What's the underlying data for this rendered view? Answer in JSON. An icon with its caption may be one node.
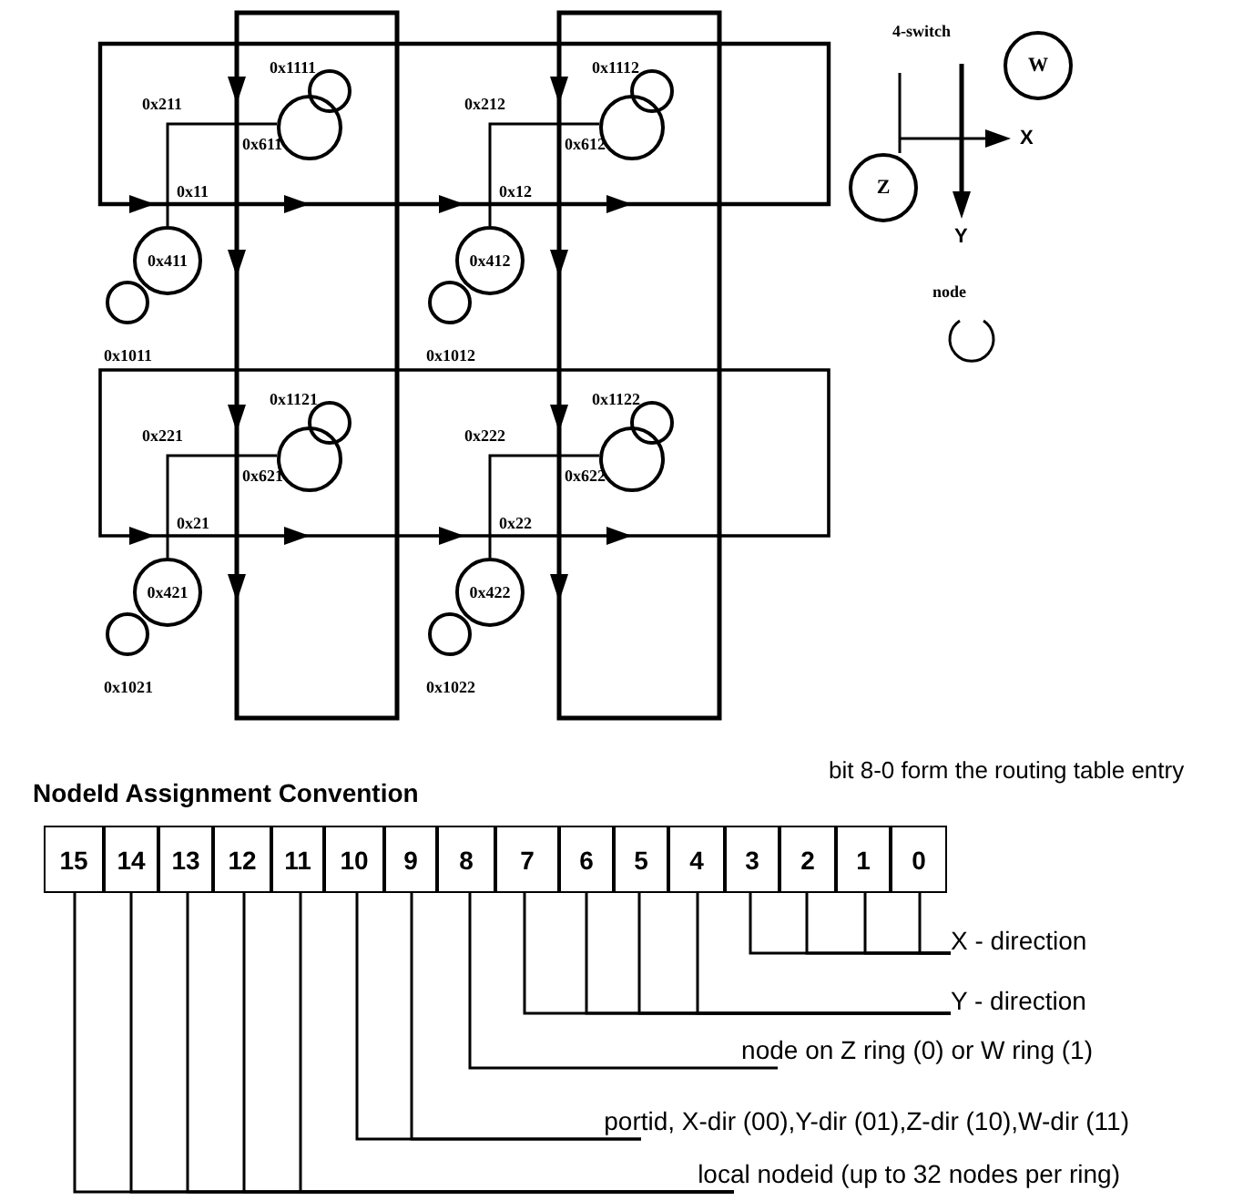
{
  "diagram": {
    "nodes": [
      {
        "text": [],
        "shape": "circle",
        "beside": [
          "0x1111"
        ]
      },
      {
        "text": [],
        "shape": "circle",
        "beside": [
          "0x611"
        ]
      },
      {
        "text": [
          "0x411"
        ]
      },
      {
        "text": [],
        "shape": "circle",
        "beside": [
          "0x1011"
        ]
      },
      {
        "text": [],
        "shape": "circle",
        "beside": [
          "0x1112"
        ]
      },
      {
        "text": [],
        "shape": "circle",
        "beside": [
          "0x612"
        ]
      },
      {
        "text": [
          "0x412"
        ]
      },
      {
        "text": [],
        "shape": "circle",
        "beside": [
          "0x1012"
        ]
      },
      {
        "text": [],
        "shape": "circle",
        "beside": [
          "0x1121"
        ]
      },
      {
        "text": [],
        "shape": "circle",
        "beside": [
          "0x621"
        ]
      },
      {
        "text": [
          "0x421"
        ]
      },
      {
        "text": [],
        "shape": "circle",
        "beside": [
          "0x1021"
        ]
      },
      {
        "text": [],
        "shape": "circle",
        "beside": [
          "0x1122"
        ]
      },
      {
        "text": [],
        "shape": "circle",
        "beside": [
          "0x622"
        ]
      },
      {
        "text": [
          "0x422"
        ]
      },
      {
        "text": [],
        "shape": "circle",
        "beside": [
          "0x1022"
        ]
      },
      {
        "text": [
          "W"
        ]
      },
      {
        "text": [
          "Z"
        ]
      },
      {
        "text": [
          "15"
        ]
      },
      {
        "text": [
          "14"
        ]
      },
      {
        "text": [
          "13"
        ]
      },
      {
        "text": [
          "12"
        ]
      },
      {
        "text": [
          "11"
        ]
      },
      {
        "text": [
          "10"
        ]
      },
      {
        "text": [
          "9"
        ]
      },
      {
        "text": [
          "8"
        ]
      },
      {
        "text": [
          "7"
        ]
      },
      {
        "text": [
          "6"
        ]
      },
      {
        "text": [
          "5"
        ]
      },
      {
        "text": [
          "4"
        ]
      },
      {
        "text": [
          "3"
        ]
      },
      {
        "text": [
          "2"
        ]
      },
      {
        "text": [
          "1"
        ]
      },
      {
        "text": [
          "0"
        ]
      },
      {
        "text": [
          "X - direction"
        ]
      },
      {
        "text": [
          "Y - direction"
        ]
      },
      {
        "text": [
          "node on Z ring (0) or W ring (1)"
        ]
      },
      {
        "text": [
          "portid, X-dir (00),Y-dir (01),Z-dir (10),W-dir (11)"
        ]
      },
      {
        "text": [
          "local nodeid (up to 32 nodes per ring)"
        ]
      }
    ],
    "edges": [
      {
        "from": 1,
        "to": 2,
        "arrow": "none"
      },
      {
        "from": 5,
        "to": 6,
        "arrow": "none"
      },
      {
        "from": 9,
        "to": 10,
        "arrow": "none"
      },
      {
        "from": 13,
        "to": 14,
        "arrow": "none"
      },
      {
        "from": 33,
        "to": 34,
        "arrow": "none"
      },
      {
        "from": 32,
        "to": 34,
        "arrow": "none"
      },
      {
        "from": 31,
        "to": 34,
        "arrow": "none"
      },
      {
        "from": 30,
        "to": 34,
        "arrow": "none"
      },
      {
        "from": 29,
        "to": 35,
        "arrow": "none"
      },
      {
        "from": 28,
        "to": 35,
        "arrow": "none"
      },
      {
        "from": 27,
        "to": 35,
        "arrow": "none"
      },
      {
        "from": 26,
        "to": 35,
        "arrow": "none"
      },
      {
        "from": 25,
        "to": 36,
        "arrow": "none"
      },
      {
        "from": 24,
        "to": 37,
        "arrow": "none"
      },
      {
        "from": 23,
        "to": 37,
        "arrow": "none"
      },
      {
        "from": 22,
        "to": 38,
        "arrow": "none"
      },
      {
        "from": 21,
        "to": 38,
        "arrow": "none"
      },
      {
        "from": 20,
        "to": 38,
        "arrow": "none"
      },
      {
        "from": 19,
        "to": 38,
        "arrow": "none"
      },
      {
        "from": 18,
        "to": 38,
        "arrow": "none"
      }
    ],
    "labels": [
      "0x211",
      "0x11",
      "0x212",
      "0x12",
      "0x221",
      "0x21",
      "0x222",
      "0x22",
      "X",
      "Y",
      "NodeId Assignment Convention",
      "bit 8-0 form the routing table entry"
    ],
    "legend": [
      {
        "text": "4-switch"
      },
      {
        "text": "node"
      }
    ]
  }
}
